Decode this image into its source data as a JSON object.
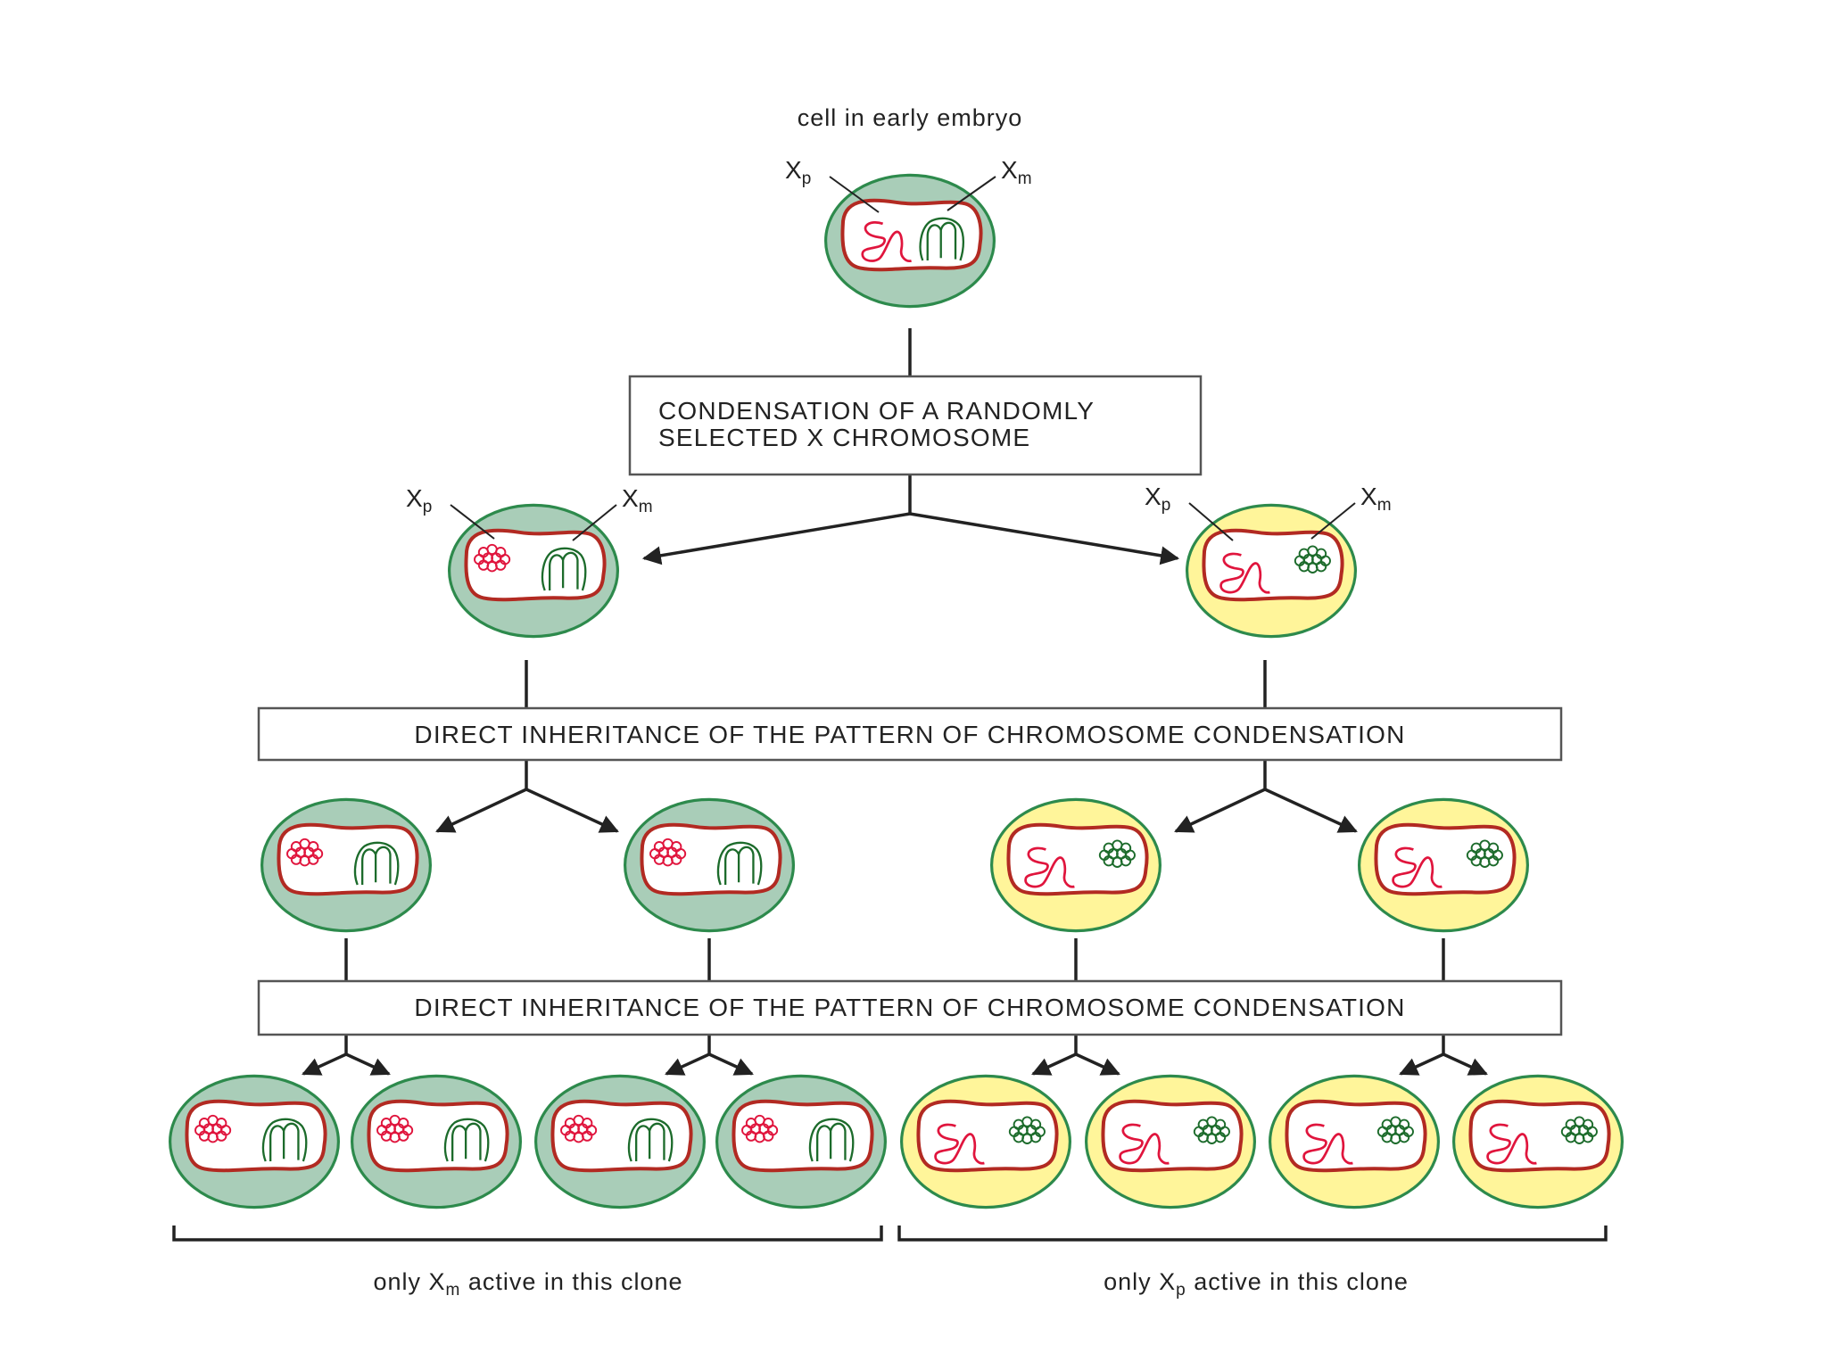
{
  "colors": {
    "active_fill": "#a9cdb8",
    "active_stroke": "#2d8a4c",
    "inactive_fill": "#fff59a",
    "inactive_stroke": "#2d8a4c",
    "nucleus_rim": "#b22a22",
    "xp_chromosome": "#e0153d",
    "xm_chromosome": "#1c6b2b",
    "line": "#222222"
  },
  "labels": {
    "top_caption": "cell in early embryo",
    "xp": "X",
    "xp_sub": "p",
    "xm": "X",
    "xm_sub": "m"
  },
  "boxes": {
    "condensation_line1": "CONDENSATION OF A RANDOMLY",
    "condensation_line2": "SELECTED X CHROMOSOME",
    "inheritance_1": "DIRECT INHERITANCE OF THE PATTERN OF CHROMOSOME CONDENSATION",
    "inheritance_2": "DIRECT INHERITANCE OF THE PATTERN OF CHROMOSOME CONDENSATION"
  },
  "captions": {
    "left_pre": "only X",
    "left_sub": "m",
    "left_post": " active in this clone",
    "right_pre": "only X",
    "right_sub": "p",
    "right_post": " active in this clone"
  }
}
